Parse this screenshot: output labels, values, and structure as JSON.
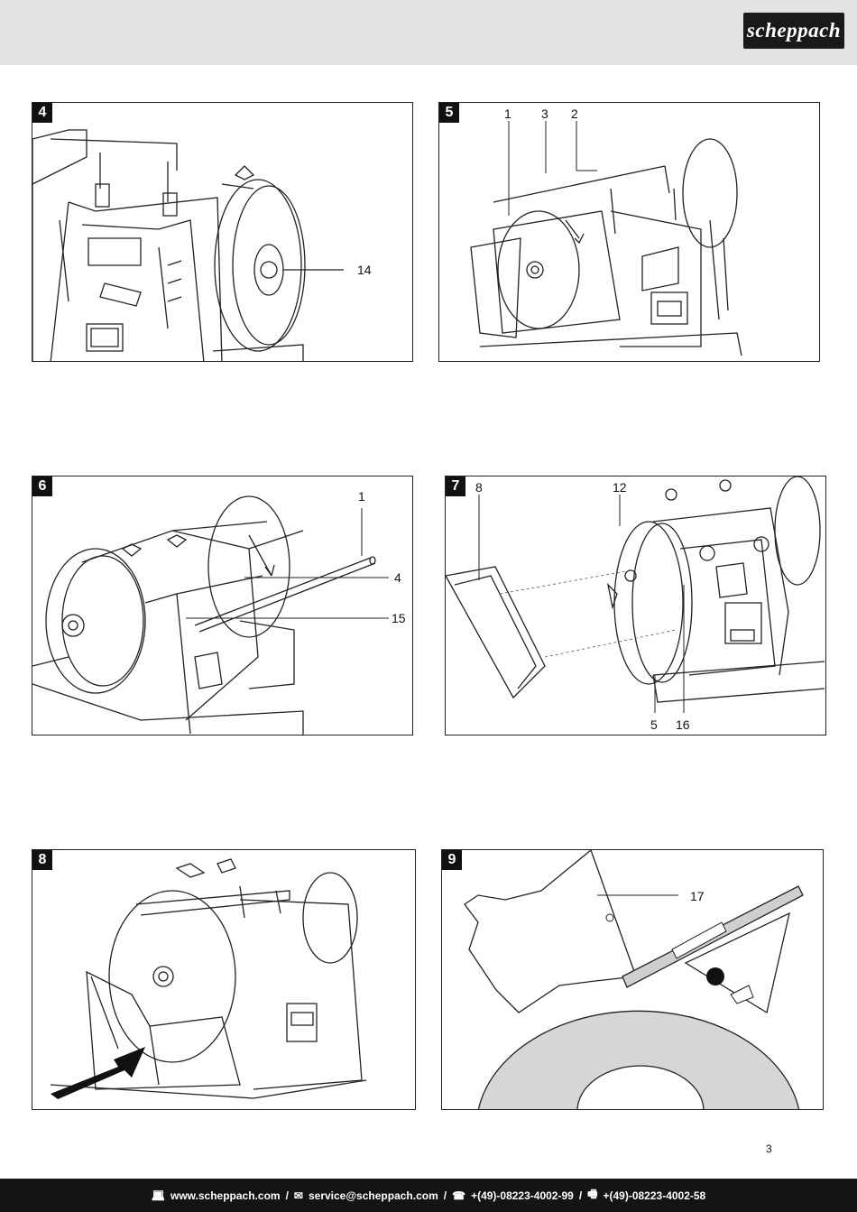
{
  "brand": {
    "logo_text": "scheppach"
  },
  "figures": [
    {
      "number": "4",
      "callouts": [
        "14"
      ]
    },
    {
      "number": "5",
      "callouts": [
        "1",
        "3",
        "2"
      ]
    },
    {
      "number": "6",
      "callouts": [
        "1",
        "4",
        "15"
      ]
    },
    {
      "number": "7",
      "callouts": [
        "8",
        "12",
        "5",
        "16"
      ]
    },
    {
      "number": "8",
      "callouts": []
    },
    {
      "number": "9",
      "callouts": [
        "17"
      ]
    }
  ],
  "page_number": "3",
  "footer": {
    "website": "www.scheppach.com",
    "email": "service@scheppach.com",
    "phone": "+(49)-08223-4002-99",
    "fax": "+(49)-08223-4002-58",
    "separator": "/"
  },
  "icons": [
    "computer-icon",
    "mail-icon",
    "phone-icon",
    "fax-icon"
  ]
}
